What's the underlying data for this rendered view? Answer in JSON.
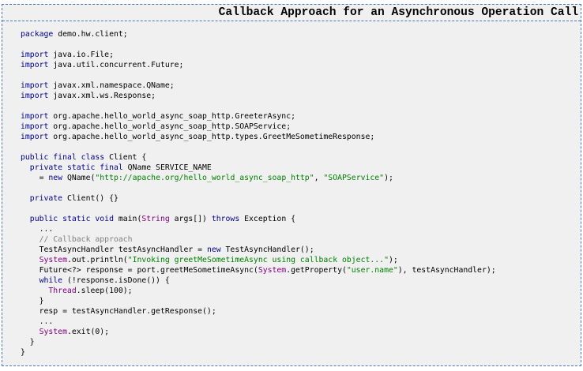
{
  "title": "Callback Approach for an Asynchronous Operation Call",
  "colors": {
    "keyword": "#00008b",
    "string": "#008000",
    "class": "#800080",
    "comment": "#808080",
    "border": "#4a76b8"
  },
  "code_lines": [
    [
      [
        "kw",
        "package"
      ],
      [
        "t",
        " demo.hw.client;"
      ]
    ],
    [],
    [
      [
        "kw",
        "import"
      ],
      [
        "t",
        " java.io.File;"
      ]
    ],
    [
      [
        "kw",
        "import"
      ],
      [
        "t",
        " java.util.concurrent.Future;"
      ]
    ],
    [],
    [
      [
        "kw",
        "import"
      ],
      [
        "t",
        " javax.xml.namespace.QName;"
      ]
    ],
    [
      [
        "kw",
        "import"
      ],
      [
        "t",
        " javax.xml.ws.Response;"
      ]
    ],
    [],
    [
      [
        "kw",
        "import"
      ],
      [
        "t",
        " org.apache.hello_world_async_soap_http.GreeterAsync;"
      ]
    ],
    [
      [
        "kw",
        "import"
      ],
      [
        "t",
        " org.apache.hello_world_async_soap_http.SOAPService;"
      ]
    ],
    [
      [
        "kw",
        "import"
      ],
      [
        "t",
        " org.apache.hello_world_async_soap_http.types.GreetMeSometimeResponse;"
      ]
    ],
    [],
    [
      [
        "kw",
        "public final class"
      ],
      [
        "t",
        " Client {"
      ]
    ],
    [
      [
        "t",
        "  "
      ],
      [
        "kw",
        "private static final"
      ],
      [
        "t",
        " QName SERVICE_NAME"
      ]
    ],
    [
      [
        "t",
        "    = "
      ],
      [
        "kw",
        "new"
      ],
      [
        "t",
        " QName("
      ],
      [
        "str",
        "\"http://apache.org/hello_world_async_soap_http\""
      ],
      [
        "t",
        ", "
      ],
      [
        "str",
        "\"SOAPService\""
      ],
      [
        "t",
        ");"
      ]
    ],
    [],
    [
      [
        "t",
        "  "
      ],
      [
        "kw",
        "private"
      ],
      [
        "t",
        " Client() {}"
      ]
    ],
    [],
    [
      [
        "t",
        "  "
      ],
      [
        "kw",
        "public static void"
      ],
      [
        "t",
        " main("
      ],
      [
        "cls",
        "String"
      ],
      [
        "t",
        " args[]) "
      ],
      [
        "kw",
        "throws"
      ],
      [
        "t",
        " Exception {"
      ]
    ],
    [
      [
        "t",
        "    ..."
      ]
    ],
    [
      [
        "t",
        "    "
      ],
      [
        "cm",
        "// Callback approach"
      ]
    ],
    [
      [
        "t",
        "    TestAsyncHandler testAsyncHandler = "
      ],
      [
        "kw",
        "new"
      ],
      [
        "t",
        " TestAsyncHandler();"
      ]
    ],
    [
      [
        "t",
        "    "
      ],
      [
        "cls",
        "System"
      ],
      [
        "t",
        ".out.println("
      ],
      [
        "str",
        "\"Invoking greetMeSometimeAsync using callback object...\""
      ],
      [
        "t",
        ");"
      ]
    ],
    [
      [
        "t",
        "    Future<?> response = port.greetMeSometimeAsync("
      ],
      [
        "cls",
        "System"
      ],
      [
        "t",
        ".getProperty("
      ],
      [
        "str",
        "\"user.name\""
      ],
      [
        "t",
        "), testAsyncHandler);"
      ]
    ],
    [
      [
        "t",
        "    "
      ],
      [
        "kw",
        "while"
      ],
      [
        "t",
        " (!response.isDone()) {"
      ]
    ],
    [
      [
        "t",
        "      "
      ],
      [
        "cls",
        "Thread"
      ],
      [
        "t",
        ".sleep(100);"
      ]
    ],
    [
      [
        "t",
        "    }"
      ]
    ],
    [
      [
        "t",
        "    resp = testAsyncHandler.getResponse();"
      ]
    ],
    [
      [
        "t",
        "    ..."
      ]
    ],
    [
      [
        "t",
        "    "
      ],
      [
        "cls",
        "System"
      ],
      [
        "t",
        ".exit(0);"
      ]
    ],
    [
      [
        "t",
        "  }"
      ]
    ],
    [
      [
        "t",
        "}"
      ]
    ]
  ]
}
